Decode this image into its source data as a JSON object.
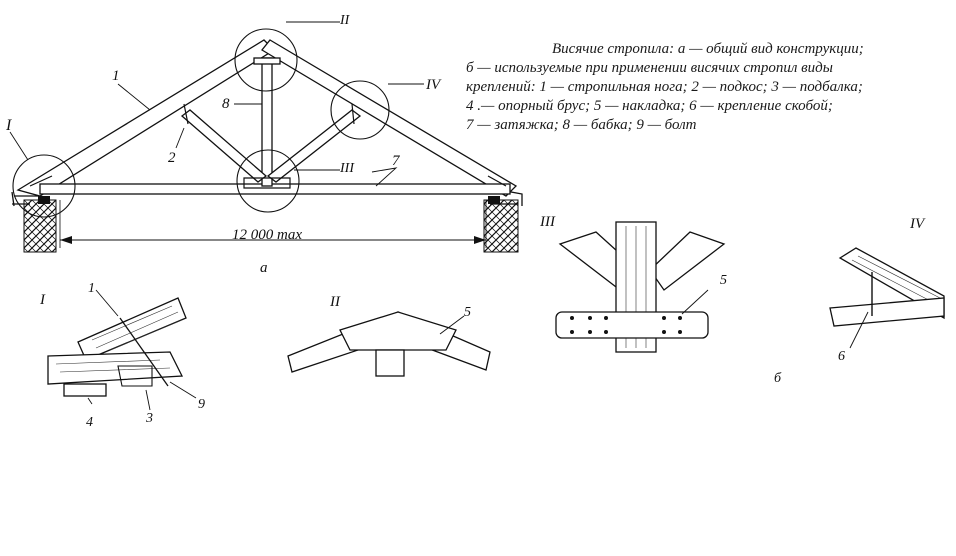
{
  "caption": {
    "line1": "Висячие стропила: а — общий вид конструкции;",
    "line2": "б — используемые при применении висячих стропил виды",
    "line3": "креплений: 1 — стропильная нога; 2 — подкос; 3 — подбалка;",
    "line4": "4 .— опорный брус; 5 — накладка; 6 — крепление скобой;",
    "line5": "7 — затяжка; 8 — бабка; 9 — болт"
  },
  "labels": {
    "part_a": "а",
    "part_b": "б",
    "span": "12 000 max",
    "node_I": "I",
    "node_II": "II",
    "node_III": "III",
    "node_IV": "IV",
    "n1": "1",
    "n2": "2",
    "n3": "3",
    "n4": "4",
    "n5": "5",
    "n6": "6",
    "n7": "7",
    "n8": "8",
    "n9": "9"
  }
}
